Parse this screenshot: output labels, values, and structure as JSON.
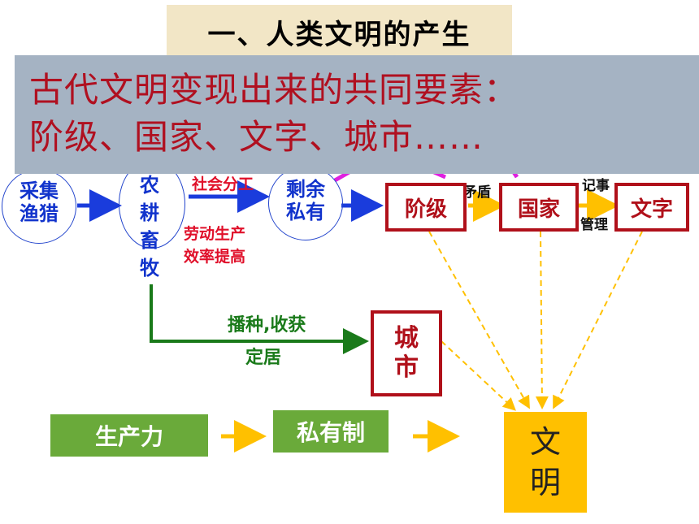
{
  "title": "一、人类文明的产生",
  "banner": {
    "line1": "古代文明变现出来的共同要素：",
    "line2": "阶级、国家、文字、城市……"
  },
  "stages": {
    "gather": [
      "采集",
      "渔猎"
    ],
    "farm": [
      "农",
      "耕",
      "畜",
      "牧"
    ],
    "surplus": [
      "剩余",
      "私有"
    ]
  },
  "labels": {
    "social_division": "社会分工",
    "productivity": [
      "劳动生产",
      "效率提高"
    ],
    "contradiction": "矛盾",
    "record": "记事",
    "manage": "管理",
    "settle": [
      "播种,收获",
      "定居"
    ]
  },
  "boxes": {
    "class": "阶级",
    "state": "国家",
    "writing": "文字",
    "city": [
      "城",
      "市"
    ]
  },
  "bottom": {
    "productive_forces": "生产力",
    "private_ownership": "私有制",
    "civilization": [
      "文",
      "明"
    ]
  },
  "colors": {
    "blue_arrow": "#1a3cdc",
    "green_line": "#1a7a1a",
    "yellow_arrow": "#ffc000",
    "red_box": "#b0101a",
    "magenta": "#e020e0"
  }
}
